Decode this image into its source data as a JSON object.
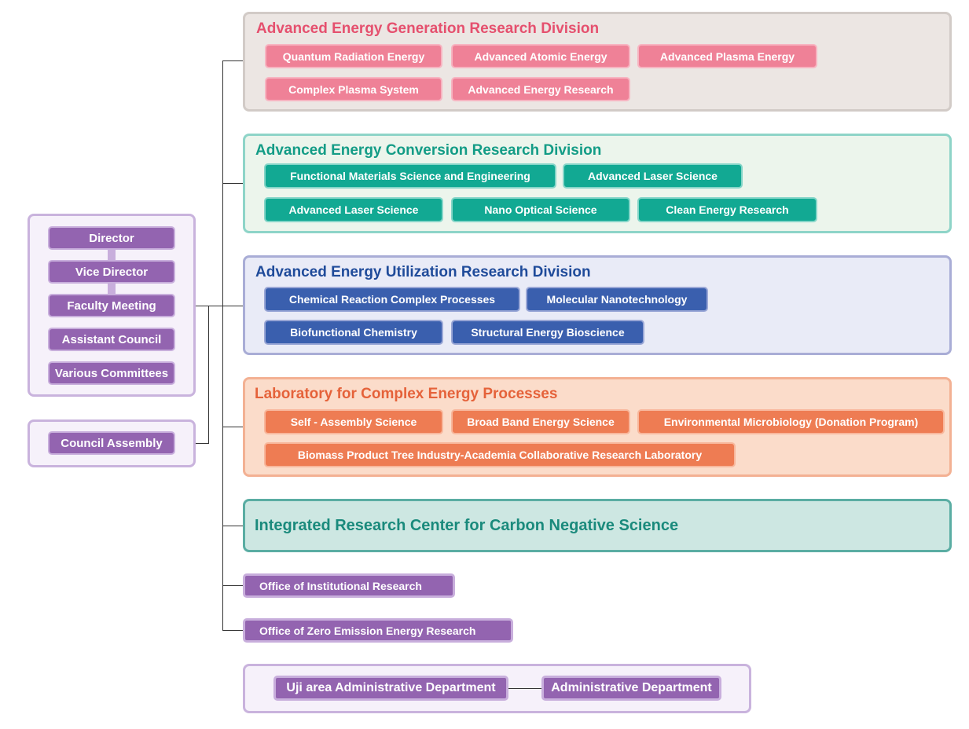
{
  "leadership": {
    "items": [
      "Director",
      "Vice Director",
      "Faculty Meeting",
      "Assistant Council",
      "Various Committees"
    ],
    "council": "Council Assembly"
  },
  "divisions": [
    {
      "title": "Advanced Energy Generation Research Division",
      "color": "#e5506e",
      "units": [
        "Quantum Radiation Energy",
        "Advanced Atomic Energy",
        "Advanced Plasma Energy",
        "Complex Plasma System",
        "Advanced Energy Research"
      ]
    },
    {
      "title": "Advanced Energy Conversion Research Division",
      "color": "#139c86",
      "units": [
        "Functional Materials Science and Engineering",
        "Advanced Laser Science",
        "Advanced Laser Science",
        "Nano Optical Science",
        "Clean Energy Research"
      ]
    },
    {
      "title": "Advanced Energy Utilization Research Division",
      "color": "#1f4b9a",
      "units": [
        "Chemical Reaction Complex Processes",
        "Molecular Nanotechnology",
        "Biofunctional Chemistry",
        "Structural Energy Bioscience"
      ]
    },
    {
      "title": "Laboratory for Complex Energy Processes",
      "color": "#e5623a",
      "units": [
        "Self - Assembly Science",
        "Broad Band Energy Science",
        "Environmental Microbiology (Donation Program)",
        "Biomass Product Tree Industry-Academia Collaborative Research Laboratory"
      ]
    }
  ],
  "center": {
    "title": "Integrated Research Center for Carbon Negative Science",
    "color": "#1a8a7c"
  },
  "offices": [
    "Office of Institutional Research",
    "Office of Zero Emission Energy Research"
  ],
  "admin": {
    "uji": "Uji area Administrative Department",
    "dept": "Administrative Department"
  }
}
